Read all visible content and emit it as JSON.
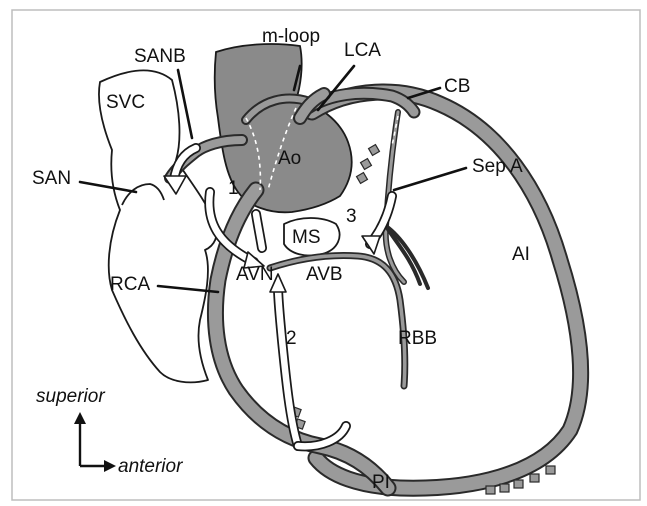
{
  "labels": {
    "m_loop": "m-loop",
    "sanb": "SANB",
    "lca": "LCA",
    "cb": "CB",
    "svc": "SVC",
    "san": "SAN",
    "ao": "Ao",
    "sep_a": "Sep A",
    "path_1": "1",
    "path_3": "3",
    "ms": "MS",
    "ai": "AI",
    "rca": "RCA",
    "avn": "AVN",
    "avb": "AVB",
    "path_2": "2",
    "rbb": "RBB",
    "pi": "PI"
  },
  "orientation": {
    "superior": "superior",
    "anterior": "anterior"
  },
  "colors": {
    "artery_fill": "#9a9a9a",
    "aorta_fill": "#8a8a8a",
    "outline": "#1a1a1a",
    "frame": "#bdbdbd"
  }
}
